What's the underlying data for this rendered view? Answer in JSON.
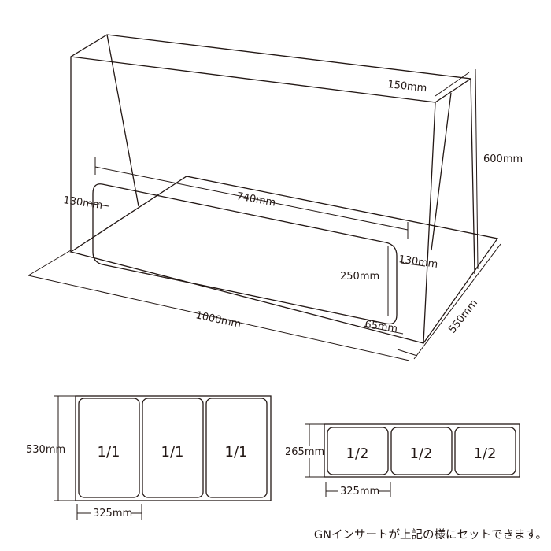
{
  "iso": {
    "dim_top_depth": "150mm",
    "dim_height": "600mm",
    "dim_well_length": "740mm",
    "dim_left_margin": "130mm",
    "dim_right_margin": "130mm",
    "dim_well_depth": "250mm",
    "dim_front_margin": "65mm",
    "dim_length": "1000mm",
    "dim_width": "550mm"
  },
  "gn_full": {
    "dim_height": "530mm",
    "dim_width": "325mm",
    "pans": [
      "1/1",
      "1/1",
      "1/1"
    ]
  },
  "gn_half": {
    "dim_height": "265mm",
    "dim_width": "325mm",
    "pans": [
      "1/2",
      "1/2",
      "1/2"
    ]
  },
  "note": "GNインサートが上記の様にセットできます。"
}
